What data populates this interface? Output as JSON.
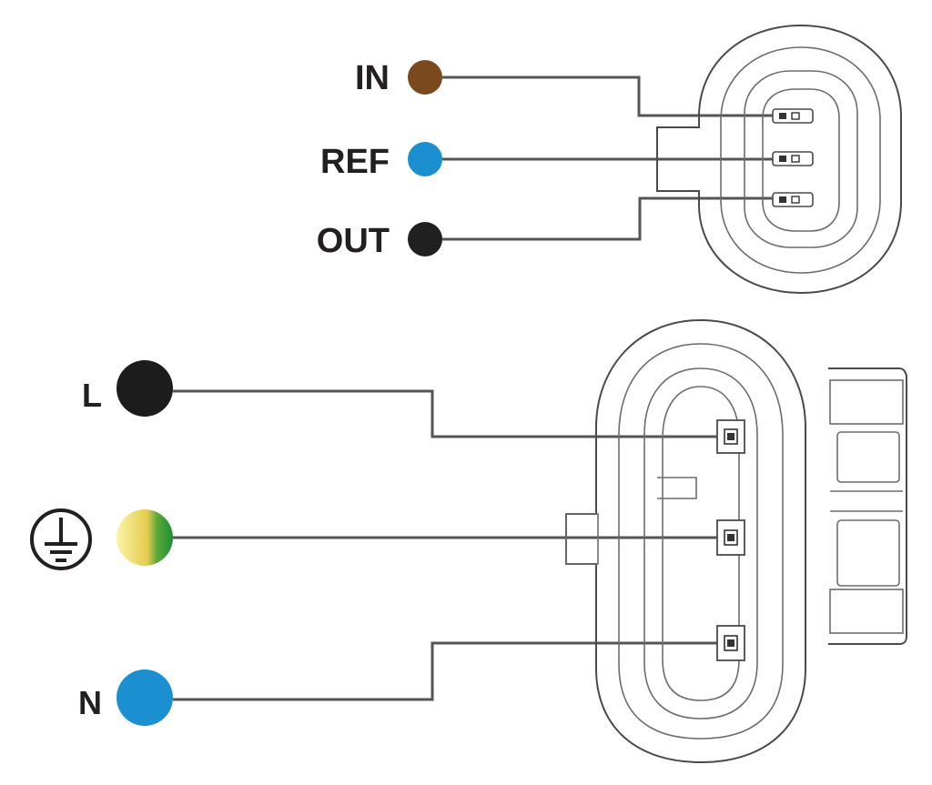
{
  "connector_top": {
    "pins": [
      {
        "label": "IN",
        "color": "#7a4a1e"
      },
      {
        "label": "REF",
        "color": "#1b8fd0"
      },
      {
        "label": "OUT",
        "color": "#202020"
      }
    ]
  },
  "connector_bottom": {
    "pins": [
      {
        "label": "L",
        "color": "#1c1c1c"
      },
      {
        "label": "",
        "color": "#d9c25a",
        "symbol": "protective-earth-icon",
        "gradient": [
          "#f8ef9a",
          "#e6cf52",
          "#2f9d3e"
        ]
      },
      {
        "label": "N",
        "color": "#1b8fd0"
      }
    ]
  },
  "colors": {
    "wire": "#555555",
    "outline": "#4a4a4a",
    "label": "#231f20"
  }
}
